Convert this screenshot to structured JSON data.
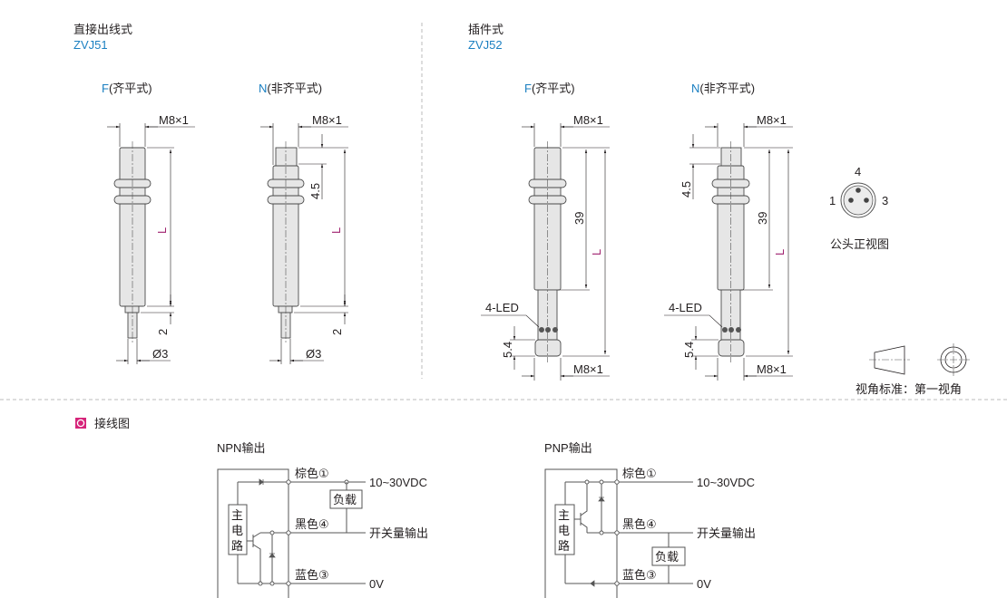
{
  "sections": {
    "direct": {
      "title": "直接出线式",
      "model": "ZVJ51"
    },
    "plugin": {
      "title": "插件式",
      "model": "ZVJ52"
    },
    "wiring": {
      "title": "接线图"
    }
  },
  "variants": {
    "f_code": "F",
    "f_desc": "(齐平式)",
    "n_code": "N",
    "n_desc": "(非齐平式)"
  },
  "dims": {
    "thread": "M8×1",
    "length": "L",
    "cap": "4.5",
    "stub": "2",
    "cable_dia": "Ø3",
    "body": "39",
    "connector": "5.4",
    "led": "4-LED"
  },
  "connector_view": {
    "pins": [
      "4",
      "1",
      "3"
    ],
    "caption": "公头正视图"
  },
  "projection": {
    "caption": "视角标准：第一视角"
  },
  "wiring": {
    "npn_title": "NPN输出",
    "pnp_title": "PNP输出",
    "brown": "棕色①",
    "black": "黑色④",
    "blue": "蓝色③",
    "supply": "10~30VDC",
    "output": "开关量输出",
    "zero": "0V",
    "load": "负载",
    "main_circuit": [
      "主",
      "电",
      "路"
    ]
  },
  "colors": {
    "accent": "#1a7fc1",
    "dimension_L": "#a0206e",
    "section_icon": "#d6247a"
  }
}
